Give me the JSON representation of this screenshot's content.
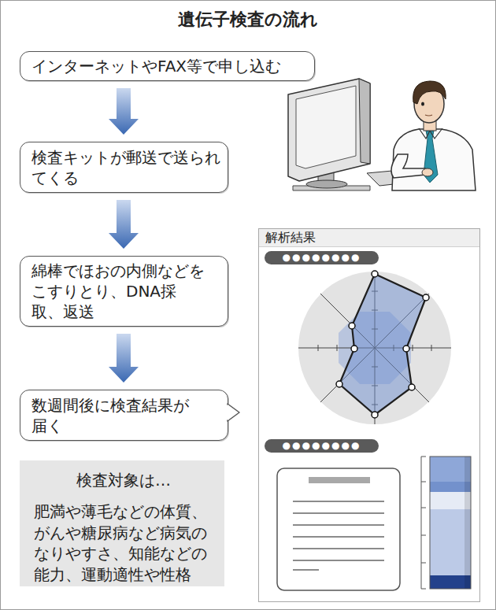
{
  "diagram": {
    "title": "遺伝子検査の流れ",
    "nodes": [
      {
        "text": [
          "インターネットやFAX等で申し込む"
        ]
      },
      {
        "text": [
          "検査キットが郵送で送られてくる"
        ]
      },
      {
        "text": [
          "綿棒でほおの内側などをこすりとり、DNA採取、返送"
        ]
      },
      {
        "text": [
          "数週間後に検査結果が届く"
        ]
      },
      {
        "text": [
          "検査対象は…",
          "肥満や薄毛などの体質、がんや糖尿病など病気のなりやすさ、知能などの能力、運動適性や性格"
        ]
      },
      {
        "text": [
          "解析結果"
        ]
      },
      {
        "text": [
          "●●●●●●●●"
        ],
        "in": 5
      },
      {
        "text": [
          "●●●●●●●●"
        ],
        "in": 5
      }
    ],
    "edges": [
      {
        "from": 0,
        "to": 1,
        "arrow": "to"
      },
      {
        "from": 1,
        "to": 2,
        "arrow": "to"
      },
      {
        "from": 2,
        "to": 3,
        "arrow": "to"
      }
    ]
  }
}
